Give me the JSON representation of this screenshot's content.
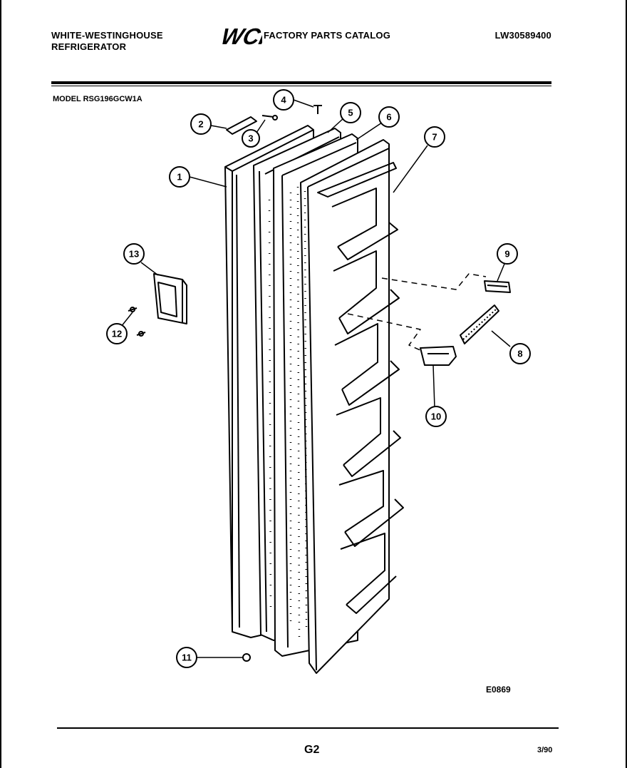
{
  "header": {
    "brand_line1": "WHITE-WESTINGHOUSE",
    "brand_line2": "REFRIGERATOR",
    "logo_text": "WCI",
    "catalog_title": "FACTORY PARTS CATALOG",
    "catalog_number": "LW30589400"
  },
  "model": "MODEL RSG196GCW1A",
  "diagram_code": "E0869",
  "page_number": "G2",
  "date": "3/90",
  "callouts": [
    {
      "id": "c1",
      "label": "1"
    },
    {
      "id": "c2",
      "label": "2"
    },
    {
      "id": "c3",
      "label": "3"
    },
    {
      "id": "c4",
      "label": "4"
    },
    {
      "id": "c5",
      "label": "5"
    },
    {
      "id": "c6",
      "label": "6"
    },
    {
      "id": "c7",
      "label": "7"
    },
    {
      "id": "c8",
      "label": "8"
    },
    {
      "id": "c9",
      "label": "9"
    },
    {
      "id": "c10",
      "label": "10"
    },
    {
      "id": "c11",
      "label": "11"
    },
    {
      "id": "c12",
      "label": "12"
    },
    {
      "id": "c13",
      "label": "13"
    }
  ]
}
